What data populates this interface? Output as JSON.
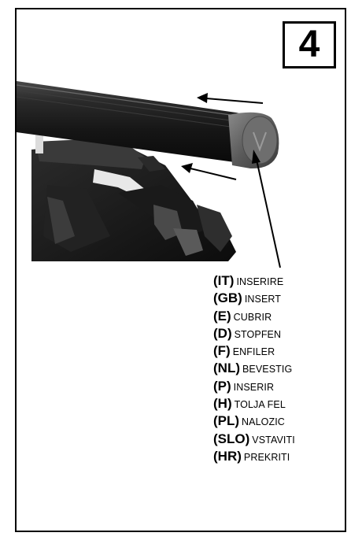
{
  "step": "4",
  "instructions": [
    {
      "code": "(IT)",
      "text": "INSERIRE"
    },
    {
      "code": "(GB)",
      "text": "INSERT"
    },
    {
      "code": "(E)",
      "text": "CUBRIR"
    },
    {
      "code": "(D)",
      "text": "STOPFEN"
    },
    {
      "code": "(F)",
      "text": "ENFILER"
    },
    {
      "code": "(NL)",
      "text": "BEVESTIG"
    },
    {
      "code": "(P)",
      "text": "INSERIR"
    },
    {
      "code": "(H)",
      "text": "TOLJA  FEL"
    },
    {
      "code": "(PL)",
      "text": "NALOZIC"
    },
    {
      "code": "(SLO)",
      "text": "VSTAVITI"
    },
    {
      "code": "(HR)",
      "text": "PREKRITI"
    }
  ]
}
